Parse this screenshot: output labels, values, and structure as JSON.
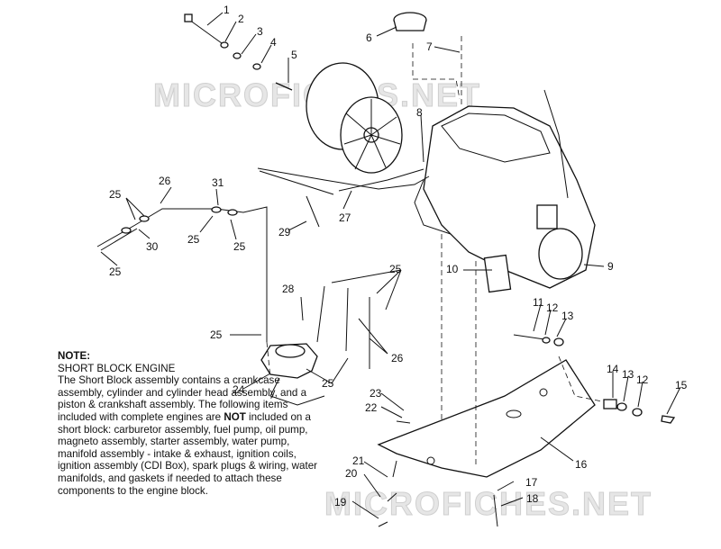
{
  "watermark": "MICROFICHES.NET",
  "callouts": [
    "1",
    "2",
    "3",
    "4",
    "5",
    "6",
    "7",
    "8",
    "9",
    "10",
    "11",
    "12",
    "13",
    "14",
    "13",
    "12",
    "15",
    "16",
    "17",
    "18",
    "19",
    "20",
    "21",
    "22",
    "23",
    "24",
    "25",
    "25",
    "25",
    "25",
    "25",
    "25",
    "25",
    "26",
    "26",
    "27",
    "28",
    "29",
    "30",
    "31"
  ],
  "note": {
    "title": "NOTE:",
    "heading": "SHORT BLOCK ENGINE",
    "body_pre": "The Short Block assembly contains a crankcase assembly, cylinder and cylinder head assembly, and a piston & crankshaft assembly.  The following items included with complete engines are ",
    "body_bold": "NOT",
    "body_post": " included on a short block:  carburetor assembly, fuel pump, oil pump, magneto assembly, starter assembly, water pump, manifold assembly - intake & exhaust, ignition coils, ignition assembly (CDI Box), spark plugs & wiring, water manifolds, and gaskets if needed to attach these components to the engine block."
  }
}
